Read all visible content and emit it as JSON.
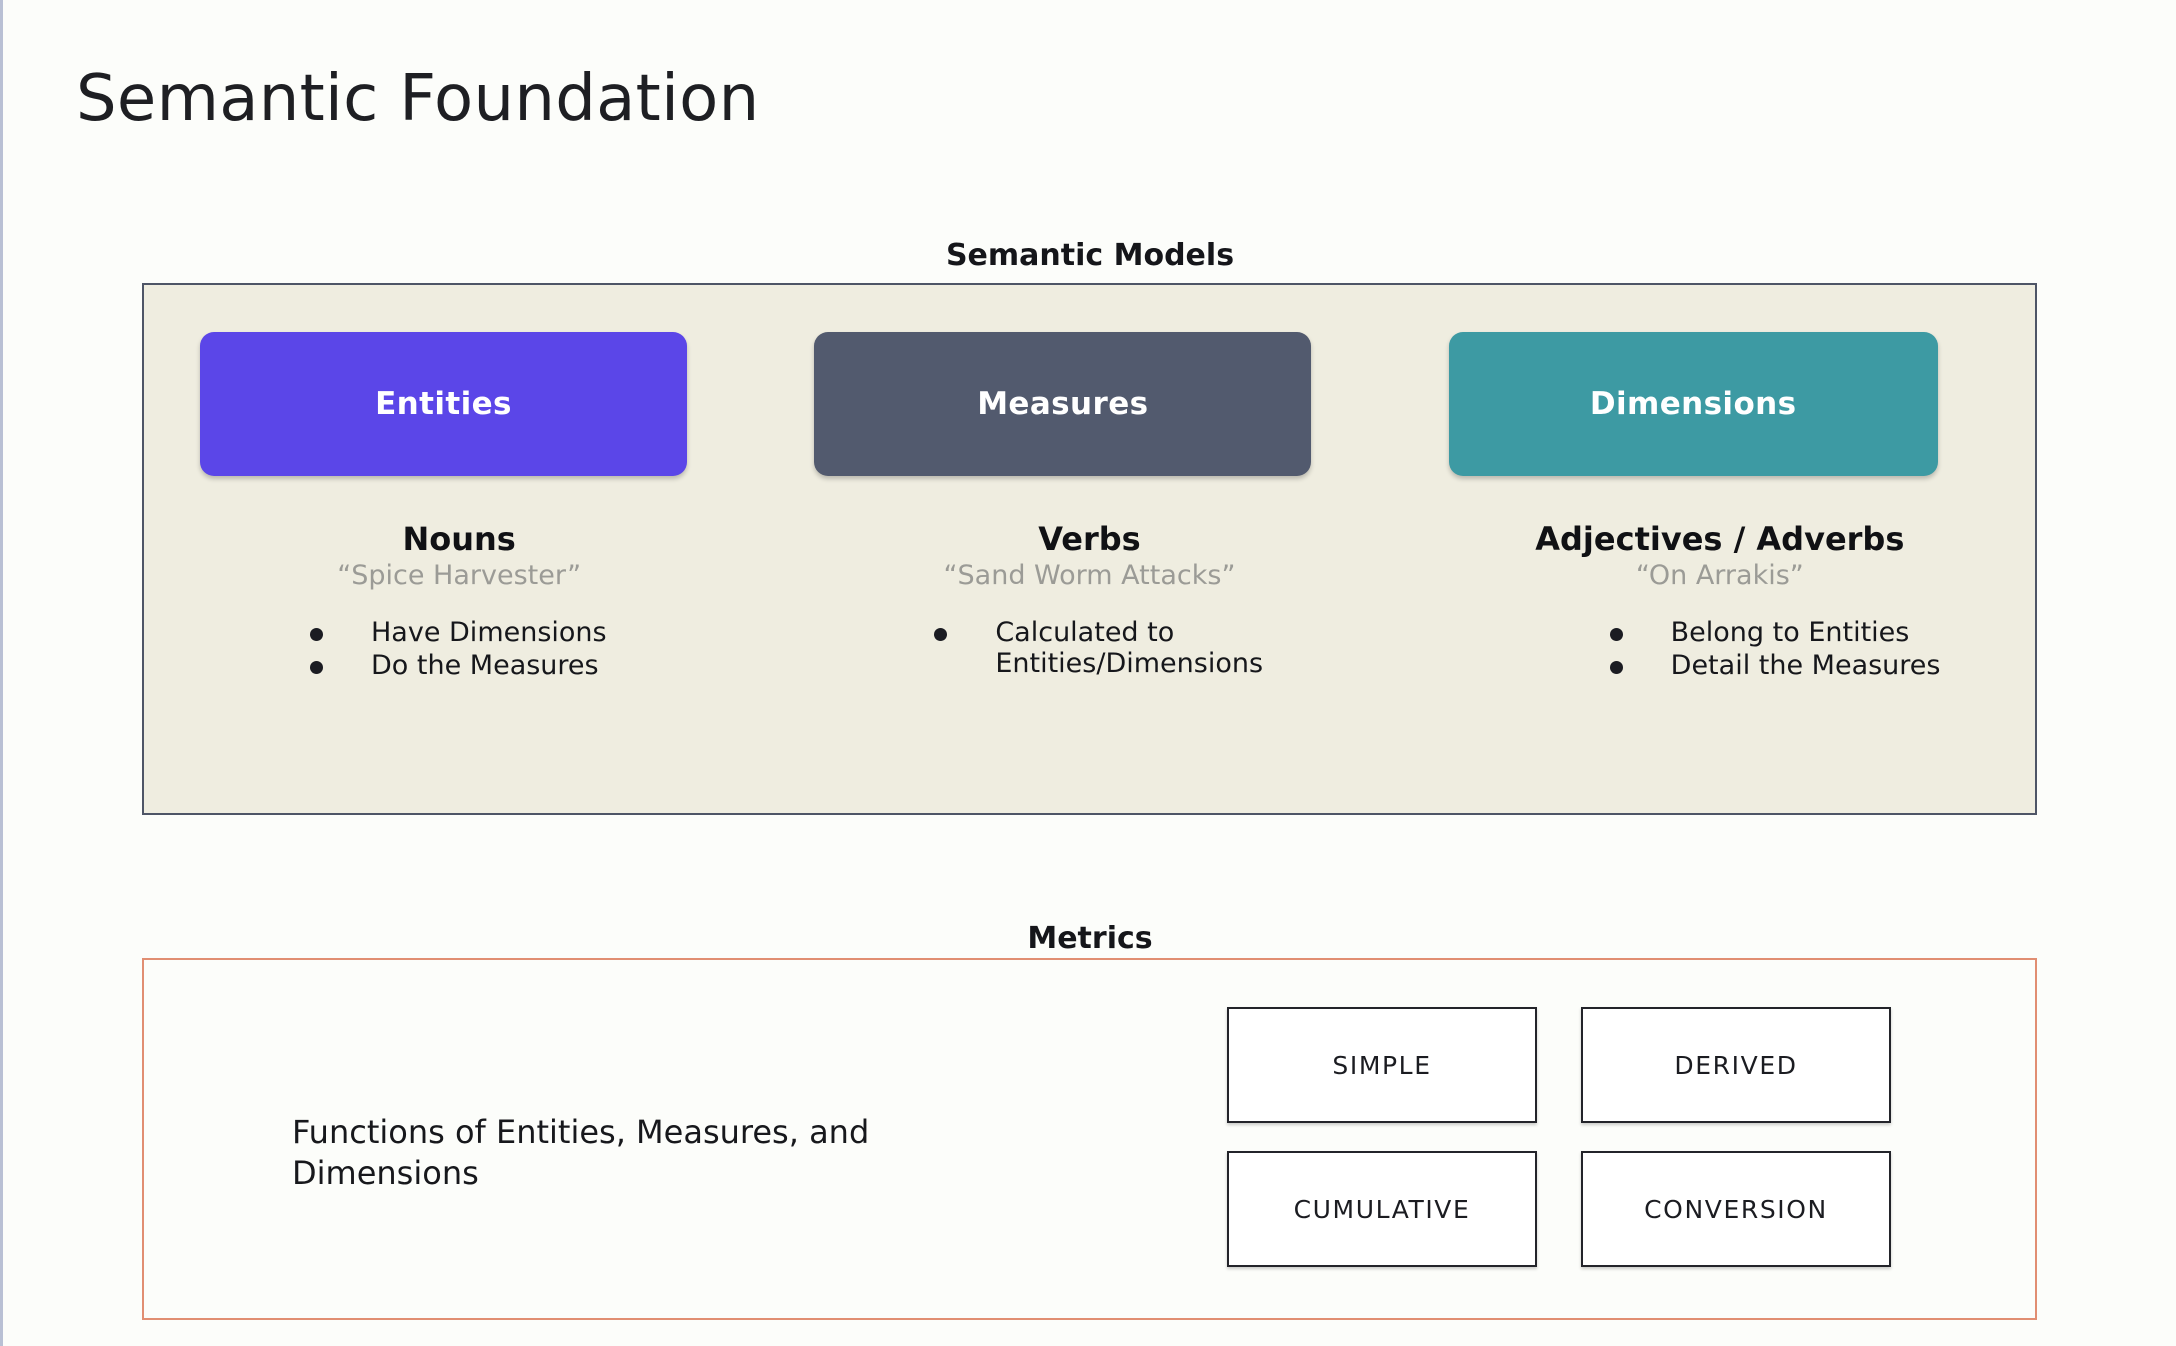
{
  "page": {
    "title": "Semantic Foundation",
    "background_color": "#fcfdfa"
  },
  "semantic_models": {
    "header": "Semantic Models",
    "panel_background": "#efede0",
    "panel_border_color": "#4e5566",
    "columns": [
      {
        "card_label": "Entities",
        "card_color": "#5b46e8",
        "heading": "Nouns",
        "subtitle": "“Spice Harvester”",
        "bullets": [
          "Have Dimensions",
          "Do the Measures"
        ]
      },
      {
        "card_label": "Measures",
        "card_color": "#525a6e",
        "heading": "Verbs",
        "subtitle": "“Sand Worm Attacks”",
        "bullets": [
          "Calculated to Entities/Dimensions"
        ]
      },
      {
        "card_label": "Dimensions",
        "card_color": "#3d9aa3",
        "heading": "Adjectives / Adverbs",
        "subtitle": "“On Arrakis”",
        "bullets": [
          "Belong to Entities",
          "Detail the Measures"
        ]
      }
    ]
  },
  "metrics": {
    "header": "Metrics",
    "panel_border_color": "#e18e72",
    "description": "Functions of Entities, Measures, and Dimensions",
    "types": [
      "SIMPLE",
      "DERIVED",
      "CUMULATIVE",
      "CONVERSION"
    ]
  }
}
